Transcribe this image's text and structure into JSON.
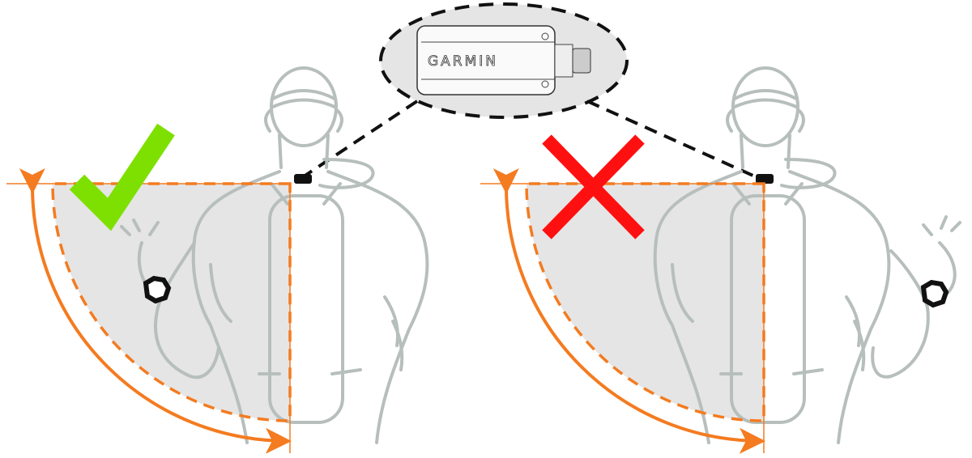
{
  "device": {
    "brand_label": "GARMIN"
  },
  "placements": [
    {
      "name": "correct",
      "mark": "check-icon",
      "color": "#7ee000"
    },
    {
      "name": "incorrect",
      "mark": "x-icon",
      "color": "#ff1010"
    }
  ],
  "colors": {
    "range": "#f47b20",
    "shade": "#e5e5e5",
    "figure": "#b7bfbd"
  }
}
